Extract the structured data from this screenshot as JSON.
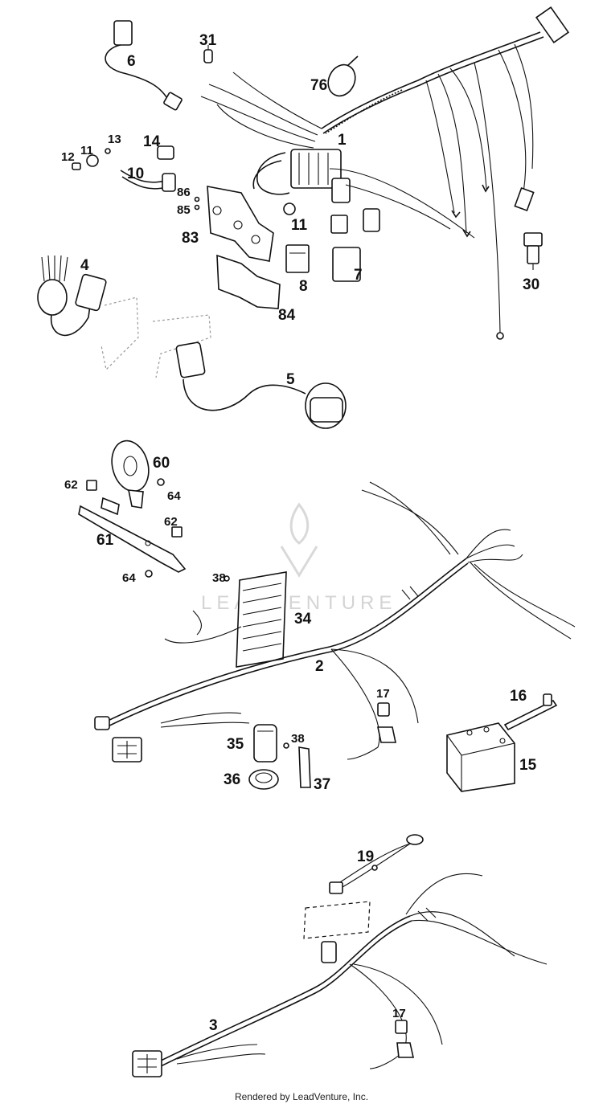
{
  "callouts": {
    "c1": "1",
    "c2": "2",
    "c3": "3",
    "c4": "4",
    "c5": "5",
    "c6": "6",
    "c7": "7",
    "c8": "8",
    "c10": "10",
    "c11a": "11",
    "c11b": "11",
    "c12": "12",
    "c13": "13",
    "c14": "14",
    "c15": "15",
    "c16": "16",
    "c17a": "17",
    "c17b": "17",
    "c19": "19",
    "c30": "30",
    "c31": "31",
    "c34": "34",
    "c35": "35",
    "c36": "36",
    "c37": "37",
    "c38a": "38",
    "c38b": "38",
    "c60": "60",
    "c61": "61",
    "c62a": "62",
    "c62b": "62",
    "c64a": "64",
    "c64b": "64",
    "c76": "76",
    "c83": "83",
    "c84": "84",
    "c85": "85",
    "c86": "86"
  },
  "watermark": "LEADVENTURE",
  "footer": "Rendered by LeadVenture, Inc."
}
